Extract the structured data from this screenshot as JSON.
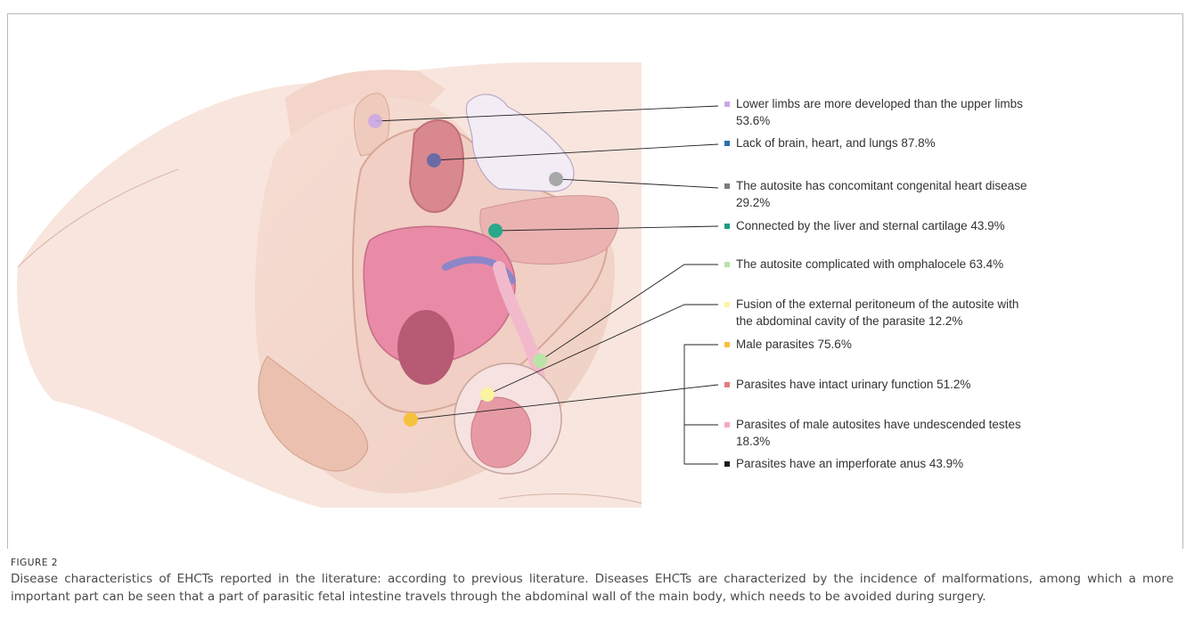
{
  "figure": {
    "label": "FIGURE 2",
    "caption": "Disease characteristics of EHCTs reported in the literature: according to previous literature. Diseases EHCTs are characterized by the incidence of malformations, among which a more important part can be seen that a part of parasitic fetal intestine travels through the abdominal wall of the main body, which needs to be avoided during surgery."
  },
  "legend": [
    {
      "line1": "Lower limbs are more developed than the upper limbs",
      "line2": "53.6%",
      "color": "#c9a8e8"
    },
    {
      "line1": "Lack of  brain, heart, and lungs 87.8%",
      "line2": "",
      "color": "#2e6fad"
    },
    {
      "line1": "The autosite has concomitant congenital heart disease",
      "line2": "29.2%",
      "color": "#7b7b7b"
    },
    {
      "line1": "Connected by the liver and sternal cartilage 43.9%",
      "line2": "",
      "color": "#1a9c80"
    },
    {
      "line1": "The autosite complicated with omphalocele 63.4%",
      "line2": "",
      "color": "#b9e3a6"
    },
    {
      "line1": "Fusion of the external peritoneum of the autosite with",
      "line2": "the abdominal cavity of the parasite 12.2%",
      "color": "#fbf6a0"
    },
    {
      "line1": "Male parasites 75.6%",
      "line2": "",
      "color": "#f6c13c"
    },
    {
      "line1": "Parasites have intact urinary function 51.2%",
      "line2": "",
      "color": "#e07c7c"
    },
    {
      "line1": "Parasites of male autosites have undescended testes",
      "line2": "18.3%",
      "color": "#f3a9c8"
    },
    {
      "line1": "Parasites have an imperforate anus 43.9%",
      "line2": "",
      "color": "#1a1a1a"
    }
  ],
  "markers": [
    {
      "name": "lower-limb-marker",
      "color": "#c9a8e8"
    },
    {
      "name": "brain-marker",
      "color": "#6b6ba8"
    },
    {
      "name": "heart-marker",
      "color": "#a8a8a8"
    },
    {
      "name": "liver-marker",
      "color": "#2aa88a"
    },
    {
      "name": "omphalocele-marker",
      "color": "#b9e3a6"
    },
    {
      "name": "peritoneum-marker",
      "color": "#fbf3a0"
    },
    {
      "name": "male-parasite-marker",
      "color": "#f6c13c"
    }
  ]
}
